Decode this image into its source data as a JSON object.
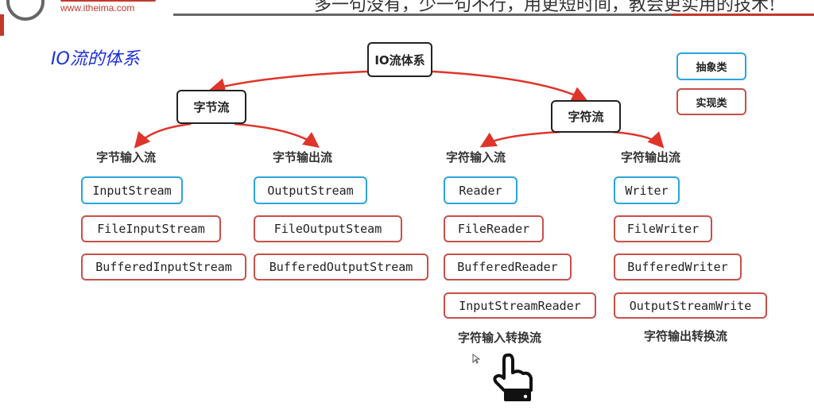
{
  "header": {
    "url": "www.itheima.com",
    "slogan": "多一句没有，少一句不行，用更短时间，教会更实用的技术!"
  },
  "title": "IO流的体系",
  "root": "IO流体系",
  "branches": [
    "字节流",
    "字符流"
  ],
  "legend": {
    "abstract": "抽象类",
    "concrete": "实现类"
  },
  "columns": [
    {
      "header": "字节输入流",
      "items": [
        "InputStream",
        "FileInputStream",
        "BufferedInputStream"
      ]
    },
    {
      "header": "字节输出流",
      "items": [
        "OutputStream",
        "FileOutputSteam",
        "BufferedOutputStream"
      ]
    },
    {
      "header": "字符输入流",
      "items": [
        "Reader",
        "FileReader",
        "BufferedReader",
        "InputStreamReader"
      ],
      "note": "字符输入转换流"
    },
    {
      "header": "字符输出流",
      "items": [
        "Writer",
        "FileWriter",
        "BufferedWriter",
        "OutputStreamWrite"
      ],
      "note": "字符输出转换流"
    }
  ],
  "colors": {
    "abstract": "#2aa6dc",
    "concrete": "#c8504a",
    "arrow": "#e0342a",
    "title": "#1a2ee0"
  }
}
